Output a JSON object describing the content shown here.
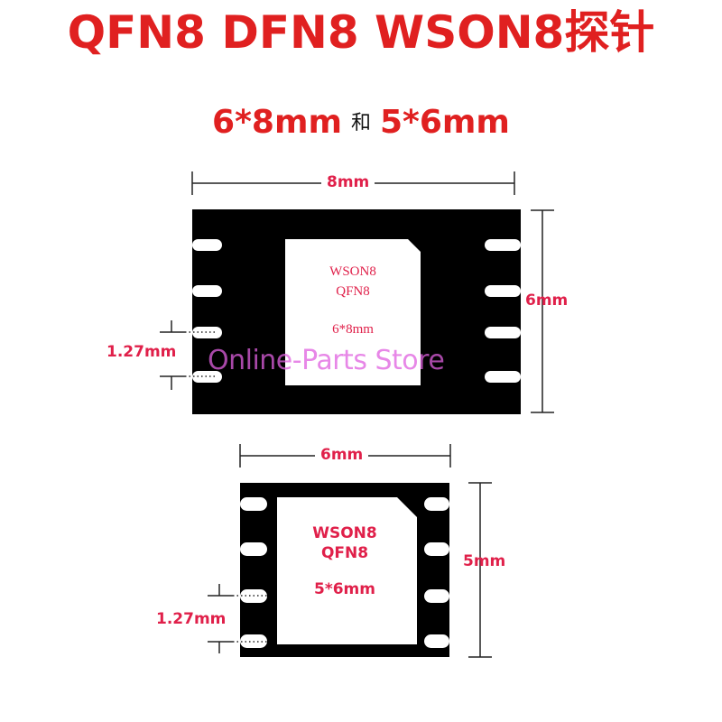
{
  "title": "QFN8 DFN8 WSON8探针",
  "subtitle": {
    "size_a": "6*8mm",
    "and": "和",
    "size_b": "5*6mm"
  },
  "large_chip": {
    "width_label": "8mm",
    "height_label": "6mm",
    "pitch_label": "1.27mm",
    "pad_lines": [
      "WSON8",
      "QFN8"
    ],
    "size_text": "6*8mm"
  },
  "small_chip": {
    "width_label": "6mm",
    "height_label": "5mm",
    "pitch_label": "1.27mm",
    "pad_lines": [
      "WSON8",
      "QFN8"
    ],
    "size_text": "5*6mm"
  },
  "watermark": "Online-Parts Store",
  "colors": {
    "title": "#e02020",
    "labels": "#e0204a",
    "chip": "#000000",
    "watermark": "#e060e0"
  }
}
